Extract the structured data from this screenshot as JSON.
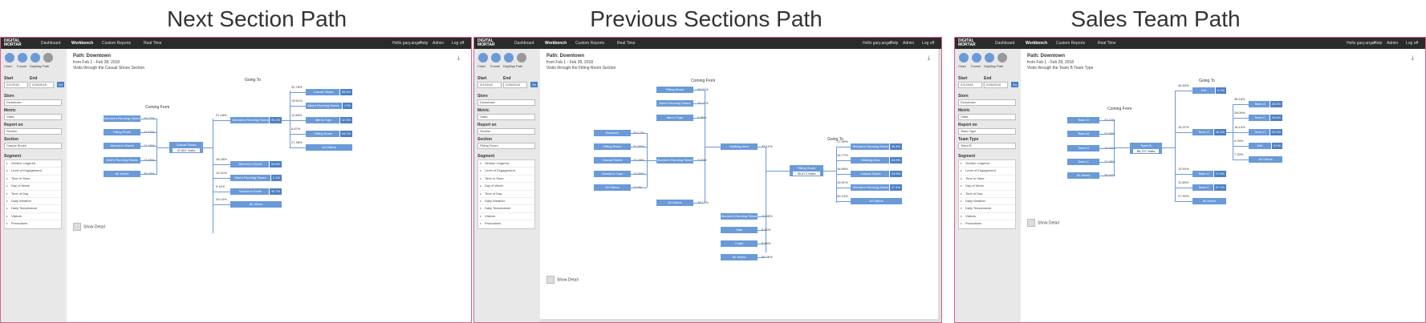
{
  "titles": [
    "Next Section Path",
    "Previous Sections Path",
    "Sales Team Path"
  ],
  "nav": {
    "logo_line1": "DIGITAL",
    "logo_line2": "MORTAR",
    "items": [
      "Dashboard",
      "Workbench",
      "Custom Reports",
      "Real Time"
    ],
    "right": [
      "Hello gary.angel",
      "Help",
      "Admin",
      "Log off"
    ]
  },
  "tools": [
    "Chart",
    "Funnel",
    "DayMap",
    "Path"
  ],
  "labels": {
    "start": "Start",
    "end": "End",
    "go": "Go",
    "store": "Store",
    "metric": "Metric",
    "report_on": "Report on",
    "segment": "Segment",
    "show_detail": "Show Detail",
    "coming_from": "Coming From",
    "going_to": "Going To"
  },
  "dates": {
    "start": "2/1/2018",
    "end": "2/28/2018"
  },
  "segments": [
    "Section Lingered",
    "Level of Engagement",
    "Time in Store",
    "Day of Week",
    "Time of Day",
    "Daily Weather",
    "Daily Temperature",
    "Visitors",
    "Promotions"
  ],
  "panels": [
    {
      "path_title": "Path: Downtown",
      "date_range": "from Feb 1 - Feb 28, 2018",
      "visits_through": "Visits through the Casual Shoes Section",
      "store": "Downtown",
      "metric": "Visits",
      "report_on": "Section",
      "filter_label": "Section",
      "filter_value": "Casual Shoes",
      "center": {
        "name": "Casual Shoes",
        "visits": "37,867 Visits"
      },
      "from_nodes": [
        {
          "label": "Women's Running Shoes",
          "pct": "19.77%"
        },
        {
          "label": "Fitting Room",
          "pct": "14.53%"
        },
        {
          "label": "Women's Shorts",
          "pct": "12.79%"
        },
        {
          "label": "Men's Running Shoes",
          "pct": "13.56%"
        },
        {
          "label": "All others",
          "pct": "39.45%"
        }
      ],
      "to_nodes": [
        {
          "label": "Women's Running Shoes",
          "val": "39.1%",
          "pct": "21.18%"
        },
        {
          "label": "Women's Shorts",
          "val": "44.6%",
          "pct": "18.18%"
        },
        {
          "label": "Men's Running Shoes",
          "val": "2.1%",
          "pct": "12.41%"
        },
        {
          "label": "Women's Pants",
          "val": "40.7%",
          "pct": "9.11%"
        },
        {
          "label": "All others",
          "val": "",
          "pct": "29.14%"
        }
      ],
      "to2_nodes": [
        {
          "label": "Casual Shoes",
          "val": "35.6%",
          "pct": "32.78%"
        },
        {
          "label": "Men's Running Shoes",
          "val": "17%",
          "pct": "19.51%"
        },
        {
          "label": "Men's Tops",
          "val": "32.3%",
          "pct": "11.56%"
        },
        {
          "label": "Fitting Room",
          "val": "44.2%",
          "pct": "8.67%"
        },
        {
          "label": "All Others",
          "val": "",
          "pct": "27.48%"
        }
      ]
    },
    {
      "path_title": "Path: Downtown",
      "date_range": "from Feb 1 - Feb 28, 2018",
      "visits_through": "Visits through the Fitting Room Section",
      "store": "Downtown",
      "metric": "Visits",
      "report_on": "Section",
      "filter_label": "Section",
      "filter_value": "Fitting Room",
      "center": {
        "name": "Fitting Room",
        "visits": "59,873 Visits"
      },
      "from2_nodes": [
        {
          "label": "Fitting Room",
          "pct": "58.51%"
        },
        {
          "label": "Men's Running Shoes",
          "pct": "19.42%"
        },
        {
          "label": "Men's Tops",
          "pct": "3.95%"
        },
        {
          "label": "All Others",
          "pct": "18.12%"
        }
      ],
      "from1_nodes": [
        {
          "label": "Entrance",
          "pct": "29.17%"
        },
        {
          "label": "Fitting Room",
          "pct": "21.84%"
        },
        {
          "label": "Casual Shoes",
          "pct": "20.49%"
        },
        {
          "label": "Women's Tops",
          "pct": "14.56%"
        },
        {
          "label": "All Others",
          "pct": "13.9%"
        }
      ],
      "mid_nodes": [
        {
          "label": "Walking Area",
          "pct": "33.12%"
        },
        {
          "label": "Women's Running Shoes",
          "pct": "3.92%"
        }
      ],
      "from3_nodes": [
        {
          "label": "Women's Running Shoes",
          "pct": "15.86%"
        },
        {
          "label": "Hats",
          "pct": "8.82%"
        },
        {
          "label": "Coats",
          "pct": "8.85%"
        },
        {
          "label": "All others",
          "pct": "55.56%"
        }
      ],
      "to_nodes": [
        {
          "label": "Women's Running Shoes",
          "val": "45.4%",
          "pct": "17.99%"
        },
        {
          "label": "Walking Area",
          "val": "34.6%",
          "pct": "16.77%"
        },
        {
          "label": "Casual Shoes",
          "val": "33.6%",
          "pct": "16.66%"
        },
        {
          "label": "Women's Running Shoes",
          "val": "47.4%",
          "pct": "15.91%"
        },
        {
          "label": "All Others",
          "val": "",
          "pct": "40.13%"
        }
      ]
    },
    {
      "path_title": "Path: Downtown",
      "date_range": "from Feb 1 - Feb 28, 2018",
      "visits_through": "Visits through the Team B Team Type",
      "store": "Downtown",
      "metric": "Visits",
      "report_on": "Team Type",
      "filter_label": "Team Type",
      "filter_value": "Team B",
      "center": {
        "name": "Team B",
        "visits": "86,707 Visits"
      },
      "from_nodes": [
        {
          "label": "Team G",
          "pct": "23.42%"
        },
        {
          "label": "Team M",
          "pct": "22.95%"
        },
        {
          "label": "Team H",
          "pct": "10.64%"
        },
        {
          "label": "Team C",
          "pct": "12.35%"
        },
        {
          "label": "All others",
          "pct": "35.54%"
        }
      ],
      "to_nodes": [
        {
          "label": "Exit",
          "val": "5.1%",
          "pct": "34.83%"
        },
        {
          "label": "Team H",
          "val": "46.3%",
          "pct": "15.37%"
        },
        {
          "label": "Team G",
          "val": "37.6%",
          "pct": "12.54%"
        },
        {
          "label": "Team C",
          "val": "37.2%",
          "pct": "11.85%"
        },
        {
          "label": "All others",
          "val": "",
          "pct": "27.92%"
        }
      ],
      "to2_nodes": [
        {
          "label": "Team G",
          "val": "33.3%",
          "pct": "38.16%"
        },
        {
          "label": "Team C",
          "val": "25.8%",
          "pct": "28.09%"
        },
        {
          "label": "Team H",
          "val": "20.0%",
          "pct": "18.13%"
        },
        {
          "label": "Exit",
          "val": "5.0%",
          "pct": "9.29%"
        },
        {
          "label": "All Others",
          "val": "",
          "pct": "7.33%"
        }
      ]
    }
  ]
}
